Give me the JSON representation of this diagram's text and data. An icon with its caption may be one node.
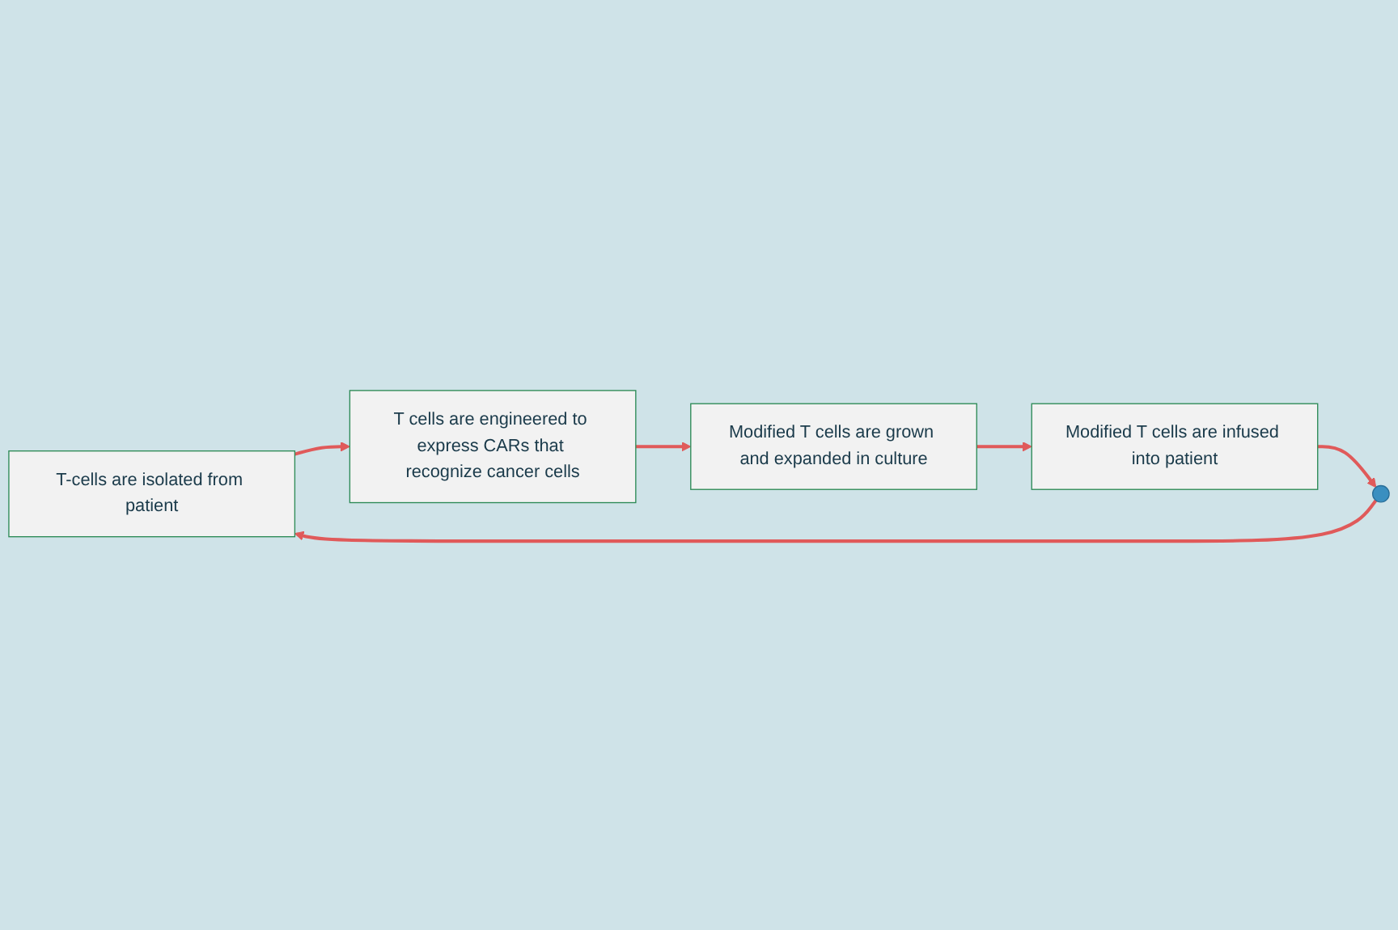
{
  "diagram": {
    "nodes": [
      {
        "text": [
          "T-cells are isolated from patient"
        ]
      },
      {
        "text": [
          "T cells are engineered to express CARs that recognize cancer cells"
        ]
      },
      {
        "text": [
          "Modified T cells are grown and expanded in culture"
        ]
      },
      {
        "text": [
          "Modified T cells are infused into patient"
        ]
      },
      {
        "text": [],
        "shape": "person"
      }
    ],
    "edges": [
      {
        "from": 0,
        "to": 1,
        "arrow": "to"
      },
      {
        "from": 1,
        "to": 2,
        "arrow": "to"
      },
      {
        "from": 2,
        "to": 3,
        "arrow": "to"
      },
      {
        "from": 3,
        "to": 4,
        "arrow": "to"
      },
      {
        "from": 4,
        "to": 0,
        "arrow": "to"
      }
    ]
  }
}
